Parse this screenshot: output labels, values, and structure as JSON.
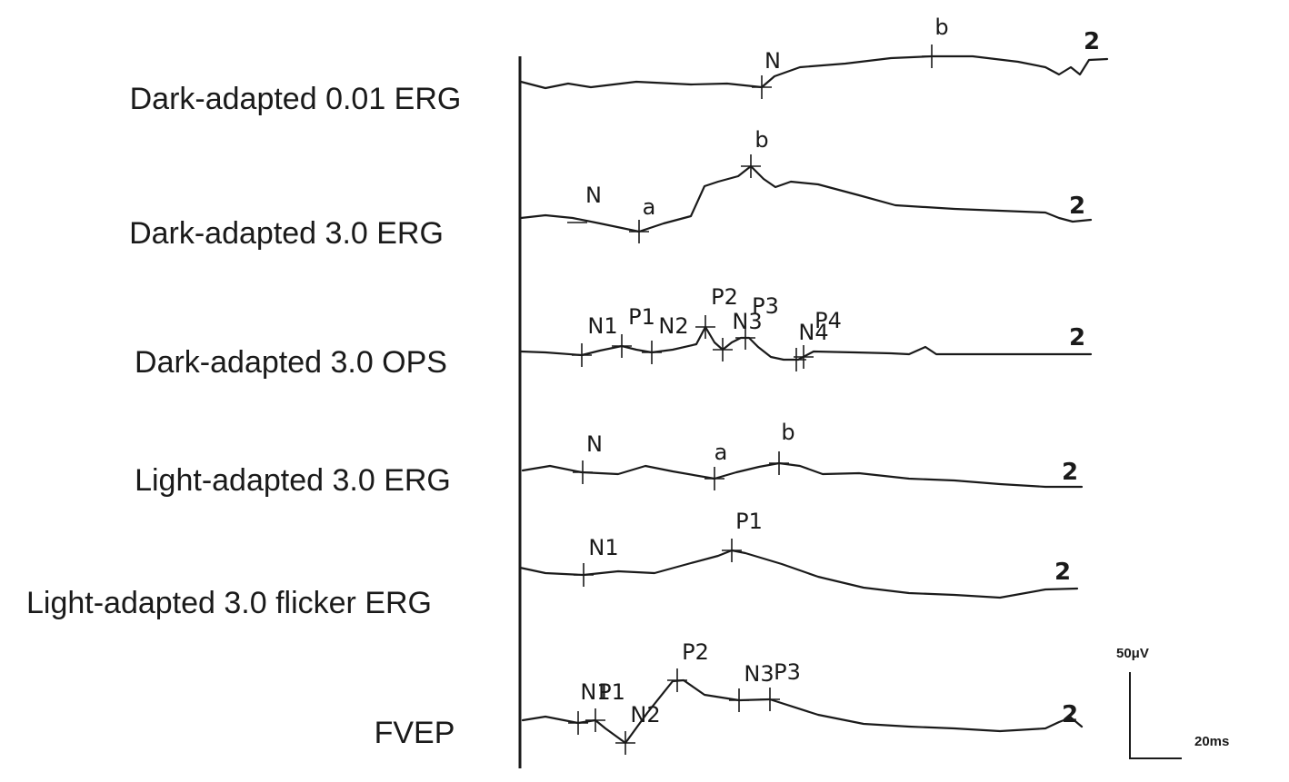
{
  "chart_data": {
    "type": "line",
    "series": [
      {
        "name": "Dark-adapted 0.01 ERG",
        "end_label": "2",
        "markers": [
          {
            "label": "N"
          },
          {
            "label": "b"
          }
        ]
      },
      {
        "name": "Dark-adapted 3.0 ERG",
        "end_label": "2",
        "markers": [
          {
            "label": "N"
          },
          {
            "label": "a"
          },
          {
            "label": "b"
          }
        ]
      },
      {
        "name": "Dark-adapted 3.0 OPS",
        "end_label": "2",
        "markers": [
          {
            "label": "N1"
          },
          {
            "label": "P1"
          },
          {
            "label": "N2"
          },
          {
            "label": "P2"
          },
          {
            "label": "N3"
          },
          {
            "label": "P3"
          },
          {
            "label": "N4"
          },
          {
            "label": "P4"
          }
        ]
      },
      {
        "name": "Light-adapted 3.0 ERG",
        "end_label": "2",
        "markers": [
          {
            "label": "N"
          },
          {
            "label": "a"
          },
          {
            "label": "b"
          }
        ]
      },
      {
        "name": "Light-adapted 3.0 flicker ERG",
        "end_label": "2",
        "markers": [
          {
            "label": "N1"
          },
          {
            "label": "P1"
          }
        ]
      },
      {
        "name": "FVEP",
        "end_label": "2",
        "markers": [
          {
            "label": "N1"
          },
          {
            "label": "P1"
          },
          {
            "label": "N2"
          },
          {
            "label": "P2"
          },
          {
            "label": "N3"
          },
          {
            "label": "P3"
          }
        ]
      }
    ],
    "scale_bar": {
      "amplitude": "50μV",
      "time": "20ms"
    },
    "grid": false,
    "legend": "none"
  }
}
